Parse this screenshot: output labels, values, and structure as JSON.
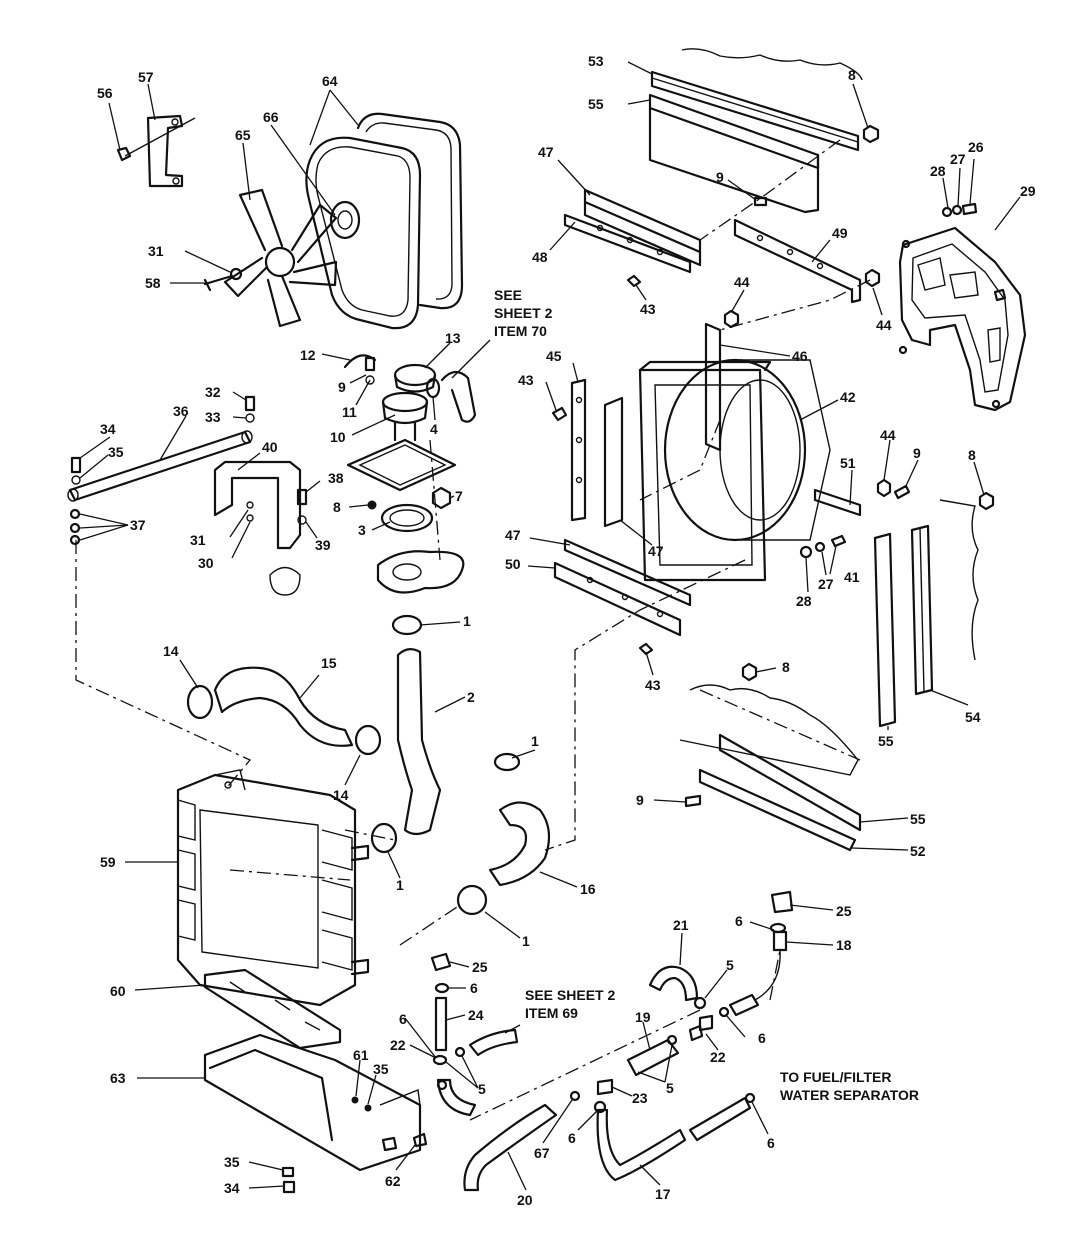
{
  "callouts": [
    {
      "n": "53"
    },
    {
      "n": "55"
    },
    {
      "n": "8"
    },
    {
      "n": "57"
    },
    {
      "n": "56"
    },
    {
      "n": "64"
    },
    {
      "n": "66"
    },
    {
      "n": "65"
    },
    {
      "n": "31"
    },
    {
      "n": "58"
    },
    {
      "n": "47"
    },
    {
      "n": "9"
    },
    {
      "n": "28"
    },
    {
      "n": "27"
    },
    {
      "n": "26"
    },
    {
      "n": "29"
    },
    {
      "n": "48"
    },
    {
      "n": "49"
    },
    {
      "n": "43"
    },
    {
      "n": "44"
    },
    {
      "n": "44"
    },
    {
      "n": "13"
    },
    {
      "n": "12"
    },
    {
      "n": "9"
    },
    {
      "n": "11"
    },
    {
      "n": "4"
    },
    {
      "n": "10"
    },
    {
      "n": "32"
    },
    {
      "n": "33"
    },
    {
      "n": "36"
    },
    {
      "n": "34"
    },
    {
      "n": "35"
    },
    {
      "n": "40"
    },
    {
      "n": "38"
    },
    {
      "n": "8"
    },
    {
      "n": "7"
    },
    {
      "n": "3"
    },
    {
      "n": "39"
    },
    {
      "n": "31"
    },
    {
      "n": "30"
    },
    {
      "n": "37"
    },
    {
      "n": "45"
    },
    {
      "n": "43"
    },
    {
      "n": "46"
    },
    {
      "n": "42"
    },
    {
      "n": "44"
    },
    {
      "n": "9"
    },
    {
      "n": "51"
    },
    {
      "n": "8"
    },
    {
      "n": "47"
    },
    {
      "n": "47"
    },
    {
      "n": "50"
    },
    {
      "n": "28"
    },
    {
      "n": "27"
    },
    {
      "n": "41"
    },
    {
      "n": "43"
    },
    {
      "n": "1"
    },
    {
      "n": "14"
    },
    {
      "n": "15"
    },
    {
      "n": "2"
    },
    {
      "n": "8"
    },
    {
      "n": "14"
    },
    {
      "n": "54"
    },
    {
      "n": "55"
    },
    {
      "n": "1"
    },
    {
      "n": "9"
    },
    {
      "n": "55"
    },
    {
      "n": "59"
    },
    {
      "n": "1"
    },
    {
      "n": "16"
    },
    {
      "n": "52"
    },
    {
      "n": "25"
    },
    {
      "n": "1"
    },
    {
      "n": "6"
    },
    {
      "n": "18"
    },
    {
      "n": "21"
    },
    {
      "n": "25"
    },
    {
      "n": "6"
    },
    {
      "n": "5"
    },
    {
      "n": "60"
    },
    {
      "n": "24"
    },
    {
      "n": "6"
    },
    {
      "n": "19"
    },
    {
      "n": "6"
    },
    {
      "n": "22"
    },
    {
      "n": "22"
    },
    {
      "n": "63"
    },
    {
      "n": "61"
    },
    {
      "n": "35"
    },
    {
      "n": "5"
    },
    {
      "n": "5"
    },
    {
      "n": "23"
    },
    {
      "n": "67"
    },
    {
      "n": "6"
    },
    {
      "n": "6"
    },
    {
      "n": "35"
    },
    {
      "n": "62"
    },
    {
      "n": "34"
    },
    {
      "n": "20"
    },
    {
      "n": "17"
    }
  ],
  "notes": {
    "see_sheet_70_line1": "SEE",
    "see_sheet_70_line2": "SHEET 2",
    "see_sheet_70_line3": "ITEM 70",
    "see_sheet_69_line1": "SEE SHEET 2",
    "see_sheet_69_line2": "ITEM 69",
    "fuel_line1": "TO FUEL/FILTER",
    "fuel_line2": "WATER SEPARATOR"
  }
}
